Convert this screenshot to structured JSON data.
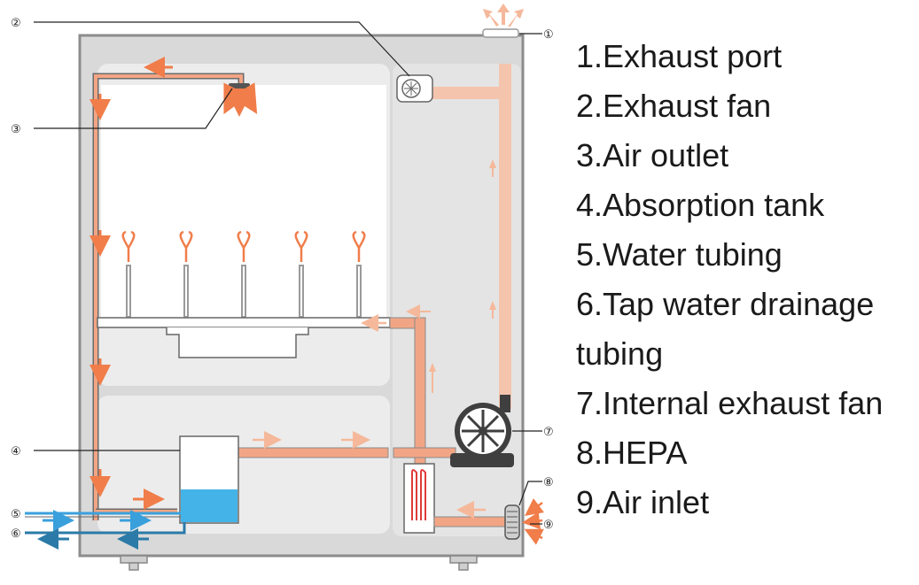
{
  "colors": {
    "cabinet": "#d9d9d9",
    "cabinet_border": "#8c8c8c",
    "chamber": "#ececec",
    "airflow": "#f07d4a",
    "airflow_light": "#f5b89a",
    "duct": "#f2a585",
    "water": "#3aa0dc",
    "water_dark": "#2b7aa8",
    "tank_water": "#44b3e8",
    "fan": "#3f3f3f"
  },
  "callouts": [
    "①",
    "②",
    "③",
    "④",
    "⑤",
    "⑥",
    "⑦",
    "⑧",
    "⑨"
  ],
  "legend": {
    "items": [
      "1.Exhaust port",
      "2.Exhaust fan",
      "3.Air outlet",
      "4.Absorption tank",
      "5.Water tubing",
      "6.Tap water drainage",
      "tubing",
      "7.Internal exhaust fan",
      "8.HEPA",
      "9.Air inlet"
    ]
  }
}
